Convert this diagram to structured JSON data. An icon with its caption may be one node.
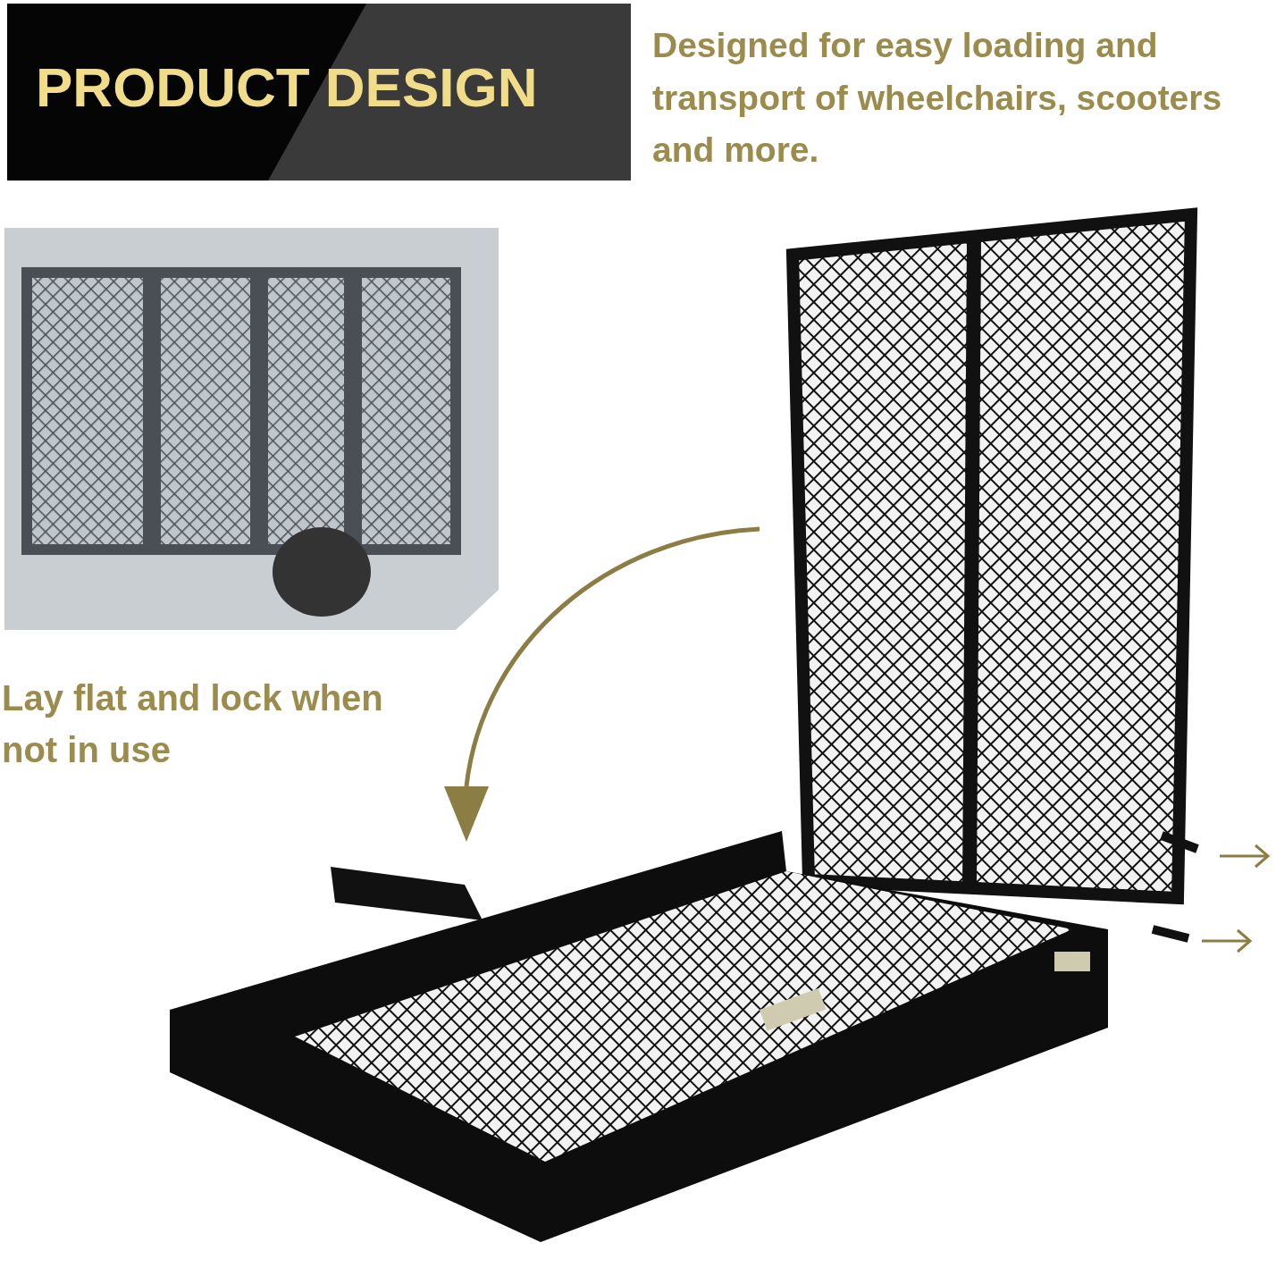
{
  "diagram": {
    "title": "PRODUCT DESIGN",
    "labels": [
      "Designed for easy loading and transport of wheelchairs, scooters and more.",
      "Lay flat and lock when not in use"
    ]
  }
}
